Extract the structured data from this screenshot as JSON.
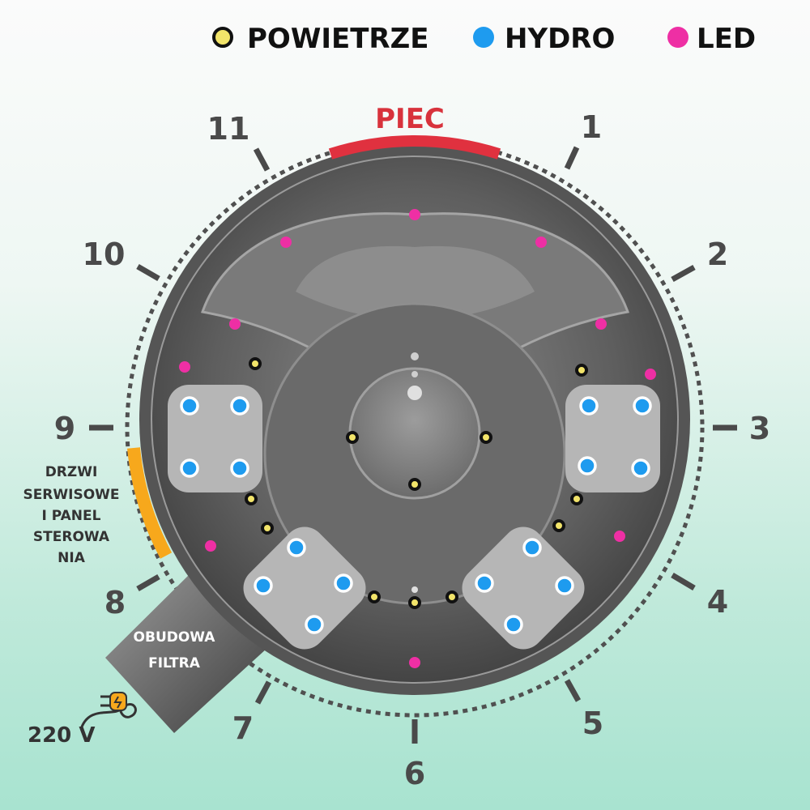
{
  "legend": {
    "items": [
      {
        "label": "POWIETRZE",
        "color": "#f2e46a"
      },
      {
        "label": "HYDRO",
        "color": "#1e9bef"
      },
      {
        "label": "LED",
        "color": "#ee2fa4"
      }
    ]
  },
  "positions": [
    "1",
    "2",
    "3",
    "4",
    "5",
    "6",
    "7",
    "8",
    "9",
    "10",
    "11"
  ],
  "labels": {
    "heater": "PIEC",
    "service_door": [
      "DRZWI",
      "SERWISOWE",
      "I PANEL",
      "STEROWA",
      "NIA"
    ],
    "filter_housing": [
      "OBUDOWA",
      "FILTRA"
    ],
    "voltage": "220 V"
  },
  "colors": {
    "heater": "#e0313f",
    "service_door": "#f7a81c",
    "air": "#f2e46a",
    "hydro": "#1e9bef",
    "led": "#ee2fa4",
    "tub": "#6b6b6b"
  }
}
